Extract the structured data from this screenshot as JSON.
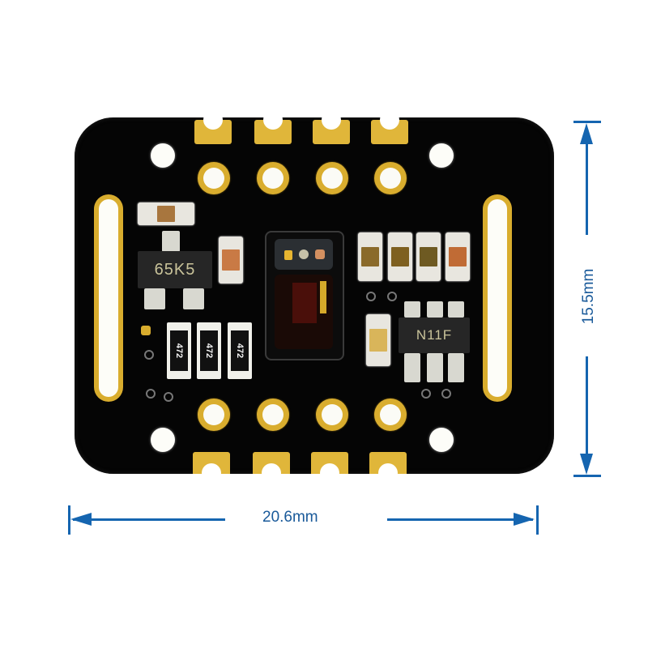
{
  "image": {
    "subject": "Black PCB breakout module with optical heart-rate sensor and SMD components",
    "background_color": "#ffffff",
    "board_color": "#050505",
    "pad_color": "#d9ad2e",
    "dimension_color": "#1565b0"
  },
  "board": {
    "component_markings": {
      "regulator_left": "65K5",
      "regulator_right": "N11F",
      "resistors": [
        "472",
        "472",
        "472"
      ]
    },
    "header_top_pins": 4,
    "header_bottom_pins": 4,
    "mounting_holes": 4,
    "slots": 2
  },
  "dimensions": {
    "width_label": "20.6mm",
    "height_label": "15.5mm"
  }
}
